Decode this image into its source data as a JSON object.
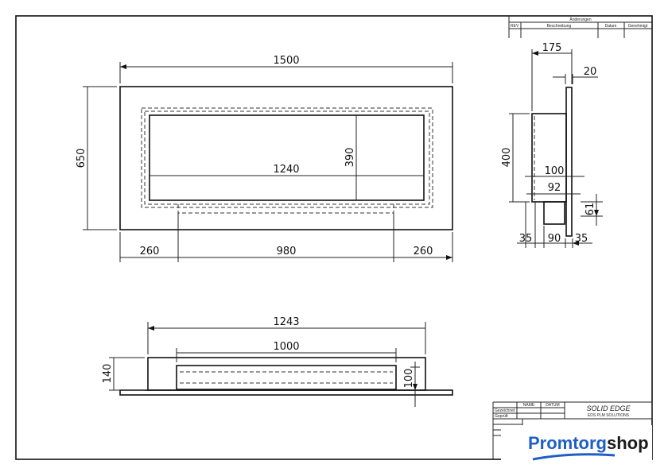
{
  "revision_table": {
    "title": "Änderungen",
    "headers": [
      "REV",
      "Beschreibung",
      "Datum",
      "Genehmigt"
    ]
  },
  "title_block": {
    "col_name": "NAME",
    "col_date": "DATUM",
    "row_drawn": "Gezeichnet",
    "row_checked": "Geprüft",
    "software": "SOLID EDGE",
    "vendor": "EDS PLM SOLUTIONS"
  },
  "front_view": {
    "width": "1500",
    "height": "650",
    "opening_width": "1240",
    "opening_height": "390",
    "left_margin": "260",
    "slot_width": "980",
    "right_margin": "260"
  },
  "top_view": {
    "width": "1243",
    "inner_width": "1000",
    "depth": "140",
    "inner_depth": "100"
  },
  "side_view": {
    "depth": "175",
    "plate": "20",
    "height": "400",
    "d100": "100",
    "d92": "92",
    "d61": "61",
    "d35a": "35",
    "d90": "90",
    "d35b": "35"
  },
  "logo": {
    "part1": "Promtorg",
    "part2": "shop",
    "color": "#1f5fc4"
  }
}
